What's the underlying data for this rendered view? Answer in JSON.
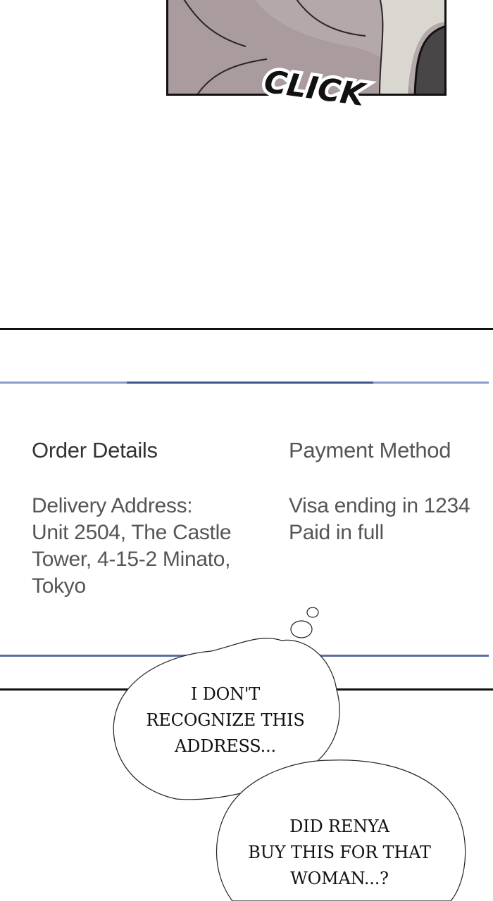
{
  "sfx": {
    "text": "CLICK"
  },
  "order_details": {
    "title": "Order Details",
    "lines": [
      "Delivery Address:",
      "Unit 2504, The Castle",
      "Tower, 4-15-2 Minato,",
      "Tokyo"
    ]
  },
  "payment_method": {
    "title": "Payment Method",
    "lines": [
      "Visa ending in 1234",
      "Paid in full"
    ]
  },
  "bubbles": [
    {
      "lines": [
        "I DON'T",
        "RECOGNIZE THIS",
        "ADDRESS..."
      ]
    },
    {
      "lines": [
        "DID RENYA",
        "BUY THIS FOR THAT",
        "WOMAN...?"
      ]
    }
  ],
  "colors": {
    "accent_blue": "#5a6fa8",
    "ink": "#111111",
    "panel_skin": "#b7aaac"
  }
}
